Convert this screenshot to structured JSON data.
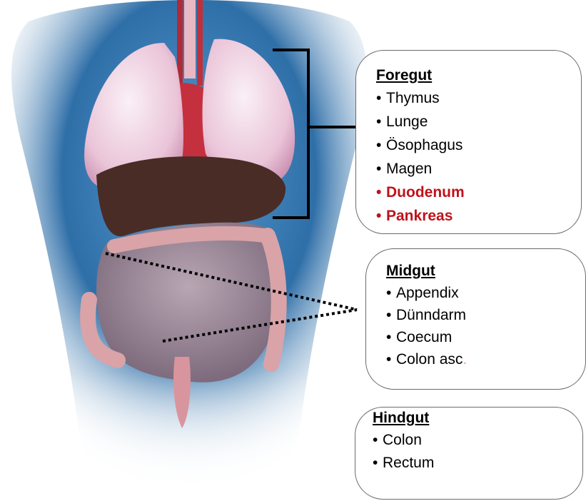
{
  "foregut": {
    "title": "Foregut",
    "items": [
      {
        "text": "Thymus",
        "highlight": false
      },
      {
        "text": "Lunge",
        "highlight": false
      },
      {
        "text": "Ösophagus",
        "highlight": false
      },
      {
        "text": "Magen",
        "highlight": false
      },
      {
        "text": "Duodenum",
        "highlight": true
      },
      {
        "text": "Pankreas",
        "highlight": true
      }
    ]
  },
  "midgut": {
    "title": "Midgut",
    "items": [
      "Appendix",
      "Dünndarm",
      "Coecum",
      "Colon asc"
    ],
    "trailing_dot": "."
  },
  "hindgut": {
    "title": "Hindgut",
    "items": [
      "Colon",
      "Rectum"
    ]
  },
  "colors": {
    "highlight": "#c0121b",
    "body": "#2f6fa8",
    "lung": "#f3d4e4",
    "liver": "#4a2c26",
    "intestine": "#d9a3a8"
  }
}
